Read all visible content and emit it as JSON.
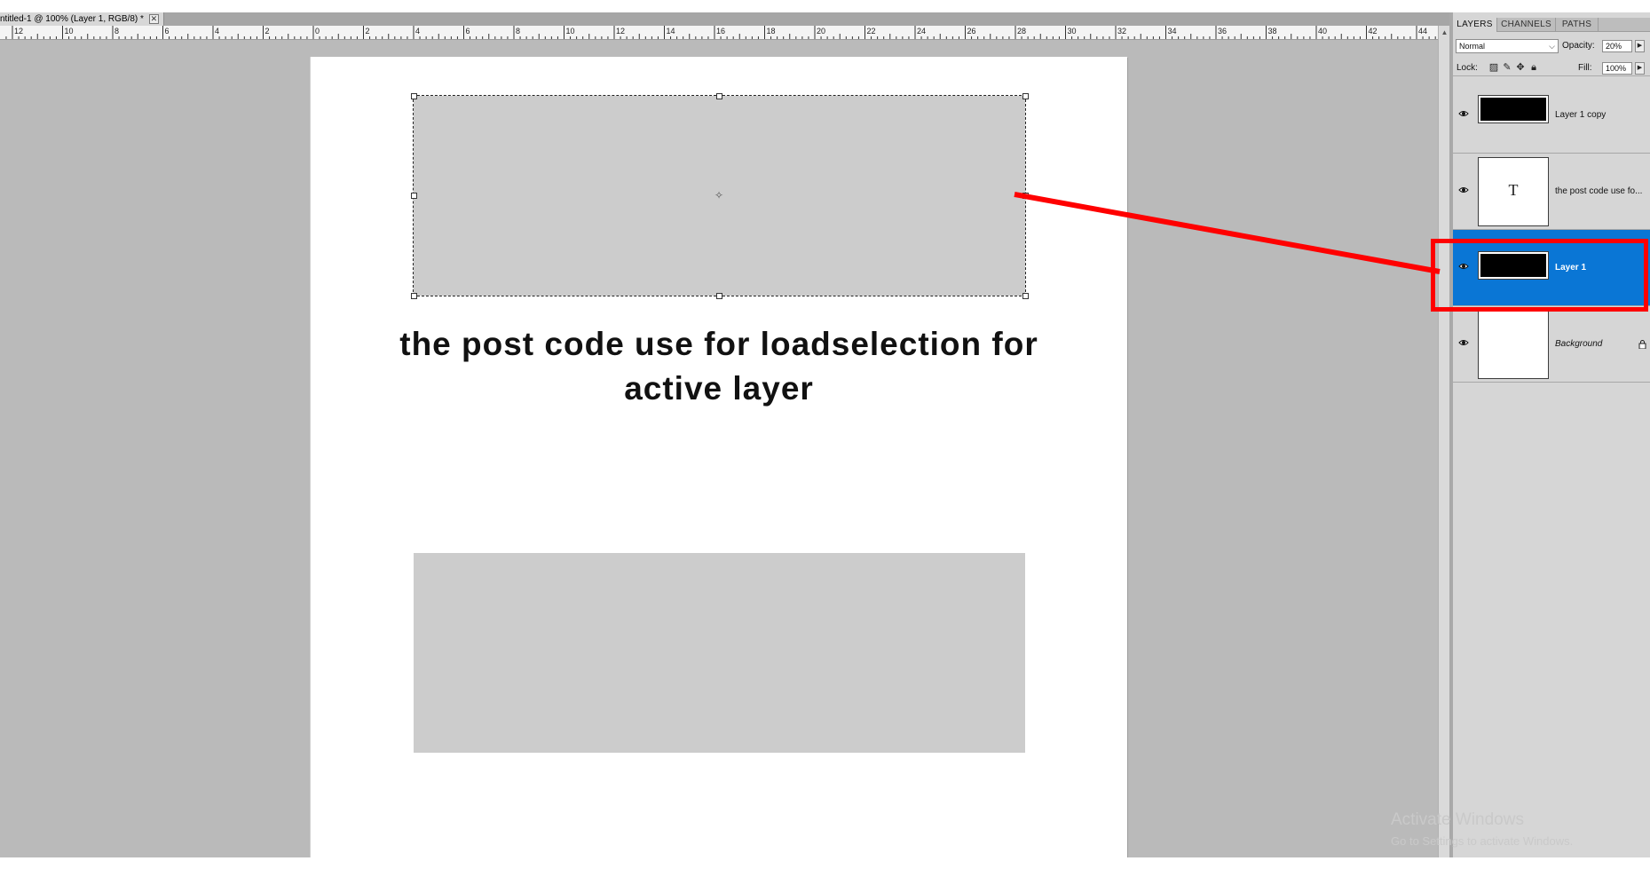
{
  "document": {
    "tab_title": "ntitled-1 @ 100% (Layer 1, RGB/8) *",
    "close_glyph": "✕"
  },
  "ruler": {
    "labels": [
      "12",
      "10",
      "8",
      "6",
      "4",
      "2",
      "0",
      "2",
      "4",
      "6",
      "8",
      "10",
      "12",
      "14",
      "16",
      "18",
      "20",
      "22",
      "24",
      "26",
      "28",
      "30",
      "32",
      "34",
      "36",
      "38",
      "40",
      "42",
      "44"
    ]
  },
  "canvas": {
    "caption_line1": "the post code use for loadselection for",
    "caption_line2": "active layer",
    "page_color": "#ffffff",
    "shape_color": "#cccccc",
    "workspace_color": "#bababa"
  },
  "panel": {
    "tabs": [
      {
        "label": "LAYERS",
        "active": true
      },
      {
        "label": "CHANNELS",
        "active": false
      },
      {
        "label": "PATHS",
        "active": false
      }
    ],
    "blend_mode": "Normal",
    "opacity_label": "Opacity:",
    "opacity_value": "20%",
    "lock_label": "Lock:",
    "fill_label": "Fill:",
    "fill_value": "100%",
    "layers": [
      {
        "name": "Layer 1 copy",
        "thumbnail": "black-bar",
        "visible": true,
        "selected": false
      },
      {
        "name": "the post code use fo...",
        "thumbnail": "type-T",
        "type_glyph": "T",
        "visible": true,
        "selected": false
      },
      {
        "name": "Layer 1",
        "thumbnail": "black-bar",
        "visible": true,
        "selected": true
      },
      {
        "name": "Background",
        "thumbnail": "white",
        "visible": true,
        "selected": false,
        "locked": true
      }
    ]
  },
  "annotation": {
    "color": "#ff0000"
  },
  "watermark": {
    "title": "Activate Windows",
    "subtitle": "Go to Settings to activate Windows."
  },
  "colors": {
    "selected_layer": "#0a76d5",
    "annotation": "#ff0000"
  }
}
